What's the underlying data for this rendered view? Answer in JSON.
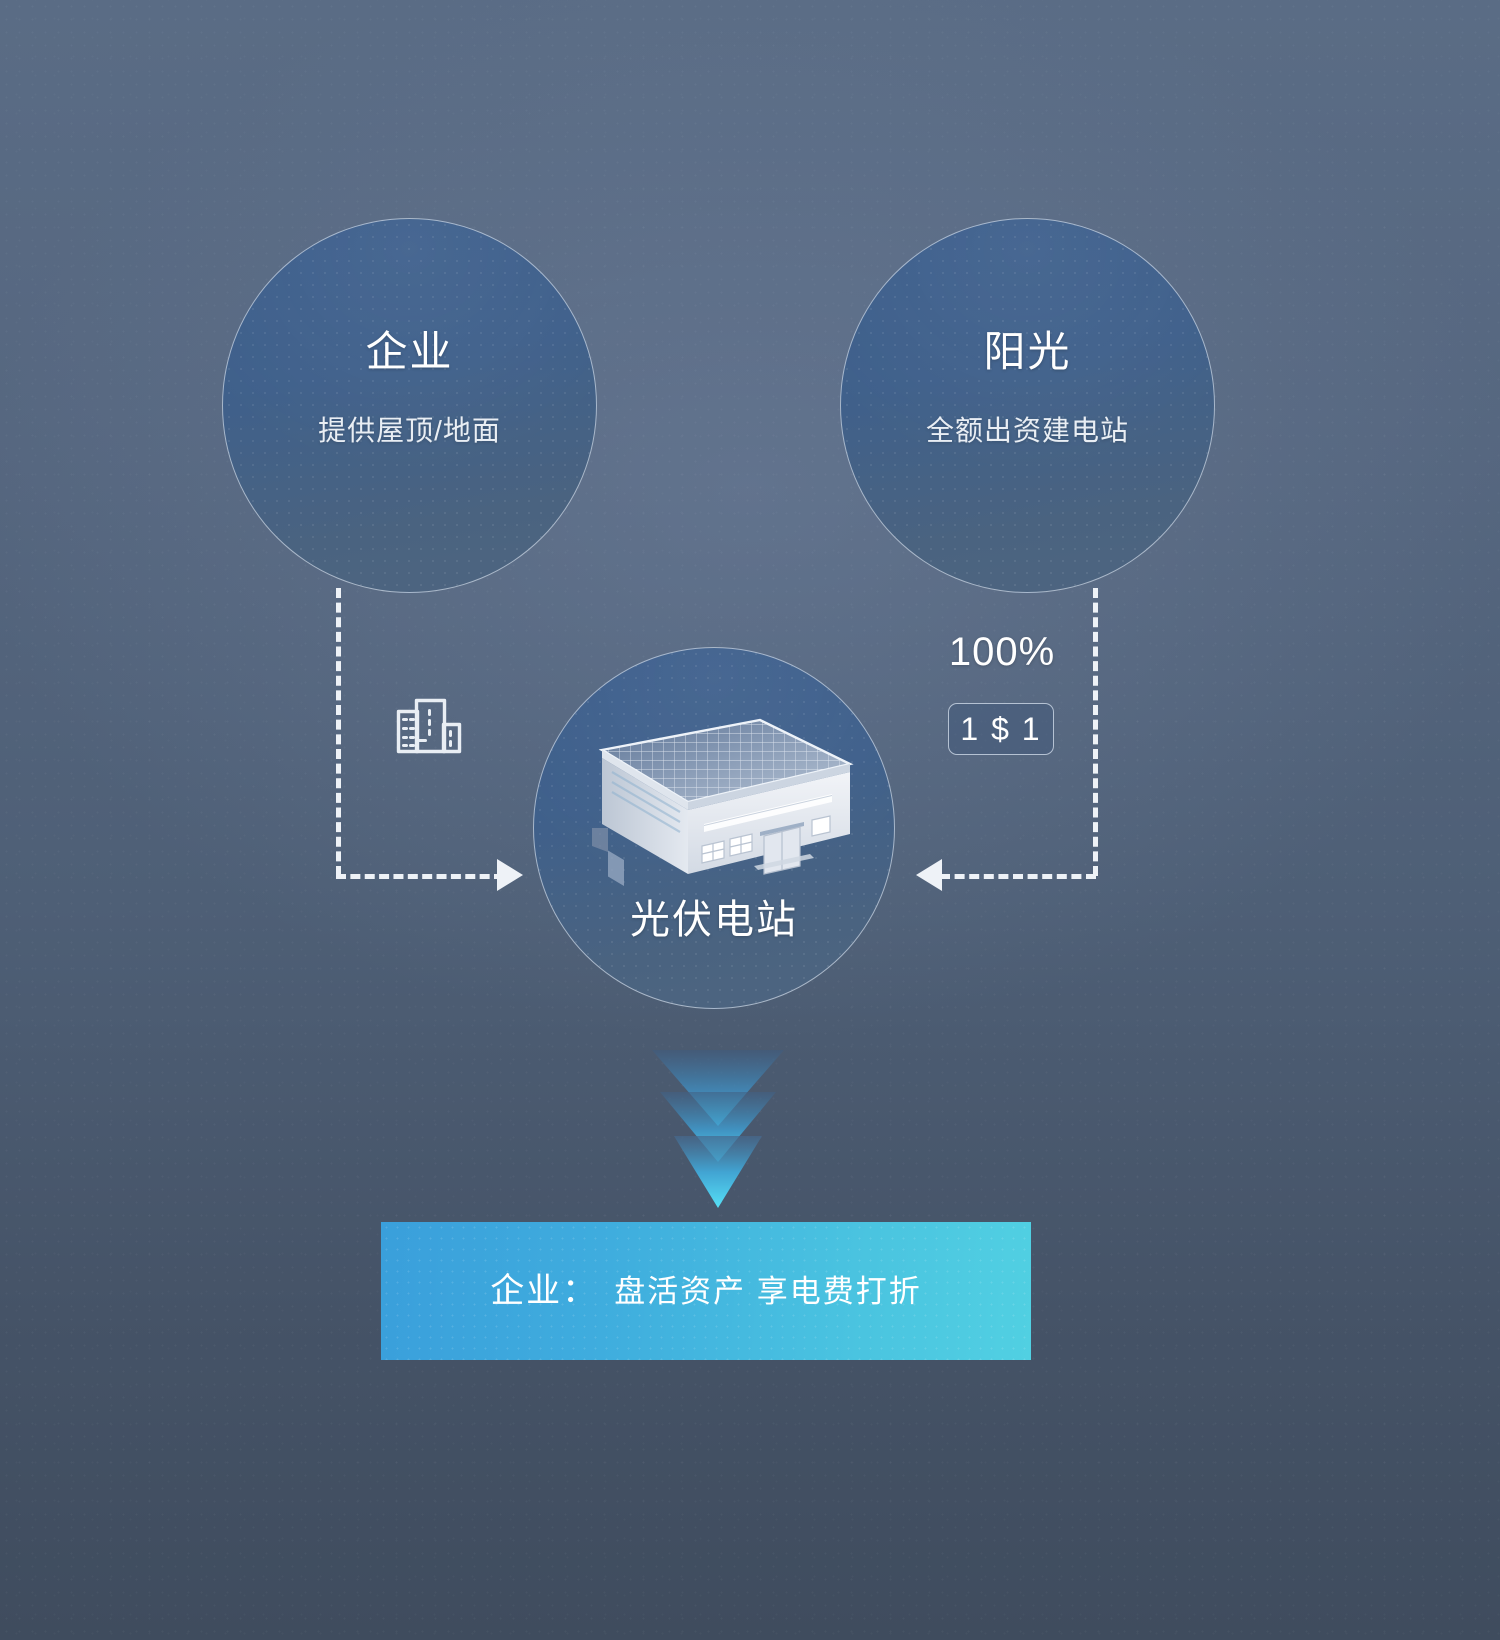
{
  "diagram": {
    "background_color": "#4d5f77",
    "nodes": [
      {
        "id": "enterprise",
        "title": "企业",
        "subtitle": "提供屋顶/地面",
        "color": "#3c5e8c"
      },
      {
        "id": "sunshine",
        "title": "阳光",
        "subtitle": "全额出资建电站",
        "color": "#3c5e8c"
      },
      {
        "id": "pv_station",
        "title": "光伏电站",
        "subtitle": "",
        "color": "#3c5e8c",
        "illustration": "solar-rooftop-factory-building"
      }
    ],
    "annotations": {
      "percent_label": "100%",
      "price_badge": "1 $ 1",
      "building_icon": "office-buildings-icon"
    },
    "connectors": [
      {
        "id": "enterprise-to-pv",
        "from": "enterprise",
        "to": "pv_station",
        "style": "dashed",
        "arrow": "right"
      },
      {
        "id": "sunshine-to-pv",
        "from": "sunshine",
        "to": "pv_station",
        "style": "dashed",
        "arrow": "left"
      },
      {
        "id": "pv-to-result",
        "from": "pv_station",
        "to": "result_banner",
        "style": "triple-chevron",
        "arrow": "down",
        "accent_color": "#4ad3ef"
      }
    ],
    "result_banner": {
      "label": "企业：",
      "value": "盘活资产 享电费打折",
      "gradient_start": "#3a9fdb",
      "gradient_end": "#51d0e2"
    }
  }
}
